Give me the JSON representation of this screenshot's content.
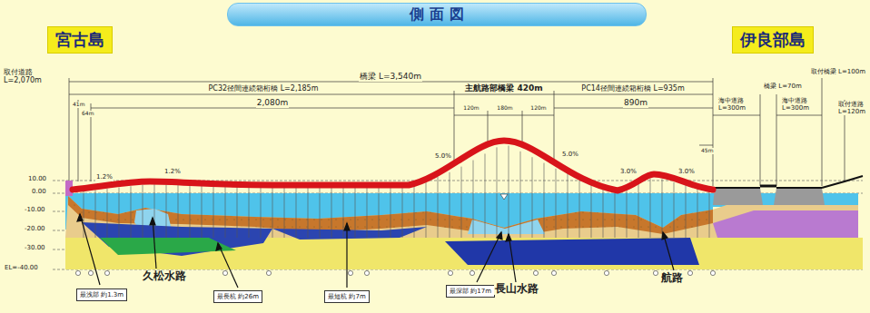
{
  "diagram": {
    "title": "側 面 図",
    "nodes": [
      {
        "text": [
          "宮古島"
        ]
      },
      {
        "text": [
          "伊良部島"
        ]
      },
      {
        "text": [
          "最浅部 約1.3m"
        ]
      },
      {
        "text": [
          "最長杭 約26m"
        ]
      },
      {
        "text": [
          "最短杭 約7m"
        ]
      },
      {
        "text": [
          "最深部 約17m"
        ]
      }
    ],
    "labels": [
      "取付道路 L=2,070m",
      "橋梁 L=3,540m",
      "PC32径間連続箱桁橋 L=2,185m",
      "主航路部橋梁 420m",
      "PC14径間連続箱桁橋 L=935m",
      "2,080m",
      "890m",
      "41m",
      "64m",
      "120m",
      "180m",
      "120m",
      "45m",
      "海中道路 L=300m",
      "橋梁 L=70m",
      "海中道路 L=300m",
      "取付橋梁 L=100m",
      "取付道路 L=120m",
      "1.2%",
      "1.2%",
      "5.0%",
      "5.0%",
      "3.0%",
      "3.0%",
      "10.00",
      "0.00",
      "-10.00",
      "-20.00",
      "-30.00",
      "EL=-40.00",
      "久松水路",
      "長山水路",
      "航路"
    ]
  }
}
